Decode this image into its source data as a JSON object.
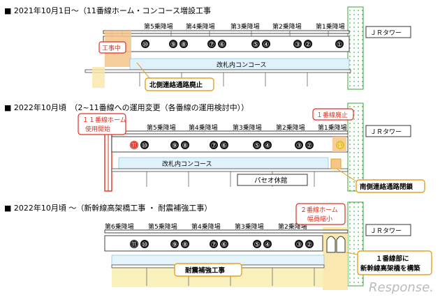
{
  "panels": [
    {
      "heading": "■ 2021年10月1日～（11番線ホーム・コンコース増設工事",
      "platform_labels": [
        "第5乗降場",
        "第4乗降場",
        "第3乗降場",
        "第2乗降場",
        "第1乗降場"
      ],
      "tracks": [
        "⑩",
        "⑨",
        "⑧",
        "⑦",
        "⑥",
        "⑤",
        "④",
        "③",
        "②",
        "①"
      ],
      "tower": "ＪＲタワー",
      "concourse": "改札内コンコース",
      "callout_construction": "工事中",
      "callout_closure": "北側連絡通路廃止"
    },
    {
      "heading": "■ 2022年10月頃　（2~11番線への運用変更（各番線の運用検討中））",
      "platform_labels": [
        "第5乗降場",
        "第4乗降場",
        "第3乗降場",
        "第2乗降場",
        "第1乗降場"
      ],
      "tracks": [
        "⑪",
        "⑩",
        "⑨",
        "⑧",
        "⑦",
        "⑥",
        "⑤",
        "④",
        "③",
        "②",
        "①"
      ],
      "tower": "ＪＲタワー",
      "concourse": "改札内コンコース",
      "callout_platform_open_1": "１１番線ホーム",
      "callout_platform_open_2": "使用開始",
      "callout_track_closed": "１番線廃止",
      "paseo": "パセオ休館",
      "callout_south_closure": "南側連絡通路閉鎖"
    },
    {
      "heading": "■ 2022年10月頃 ～（新幹線高架橋工事 ・ 耐震補強工事）",
      "platform_labels": [
        "第6乗降場",
        "第5乗降場",
        "第4乗降場",
        "第3乗降場",
        "第2乗降場"
      ],
      "tracks": [
        "⑪",
        "⑩",
        "⑨",
        "⑧",
        "⑦",
        "⑥",
        "⑤",
        "④",
        "③",
        "②"
      ],
      "tower": "ＪＲタワー",
      "seismic": "耐震補強工事",
      "callout_narrow_1": "２番線ホーム",
      "callout_narrow_2": "幅員縮小",
      "callout_shinkansen_1": "１番線部に",
      "callout_shinkansen_2": "新幹線高架橋を構築"
    }
  ],
  "watermark": "Response.",
  "colors": {
    "concourse": "#dff1fb",
    "construction": "#f5c58a",
    "shinkansen": "#f9e6a8",
    "seismic_band": "#f7efb0",
    "callout_border": "#e8a020",
    "red": "#e03020",
    "green": "#32b040"
  }
}
